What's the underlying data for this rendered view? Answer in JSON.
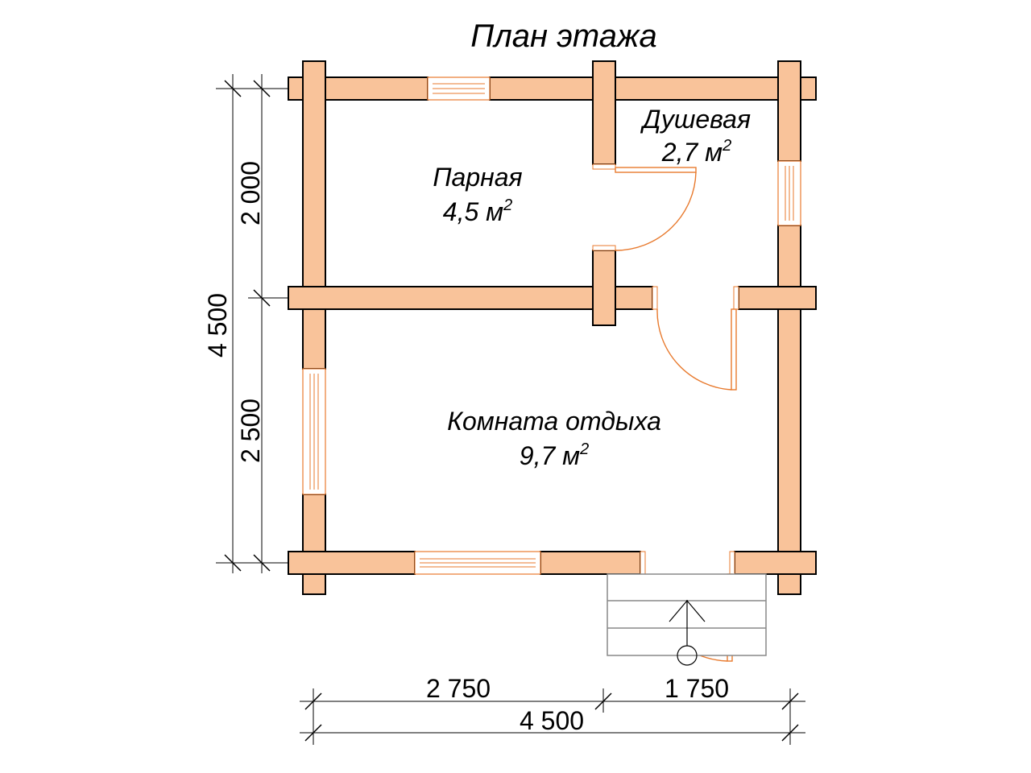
{
  "title": "План этажа",
  "area_unit": "м",
  "area_exponent": "2",
  "rooms": [
    {
      "id": "parnaya",
      "name": "Парная",
      "area": "4,5"
    },
    {
      "id": "dushevaya",
      "name": "Душевая",
      "area": "2,7"
    },
    {
      "id": "komnata",
      "name": "Комната отдыха",
      "area": "9,7"
    }
  ],
  "dimensions": {
    "left_total": "4 500",
    "left_top": "2 000",
    "left_bottom": "2 500",
    "bottom_left": "2 750",
    "bottom_right": "1 750",
    "bottom_total": "4 500"
  },
  "colors": {
    "wall_fill": "#f9c39a",
    "wall_stroke": "#000000",
    "opening_stroke": "#e87a2e"
  }
}
